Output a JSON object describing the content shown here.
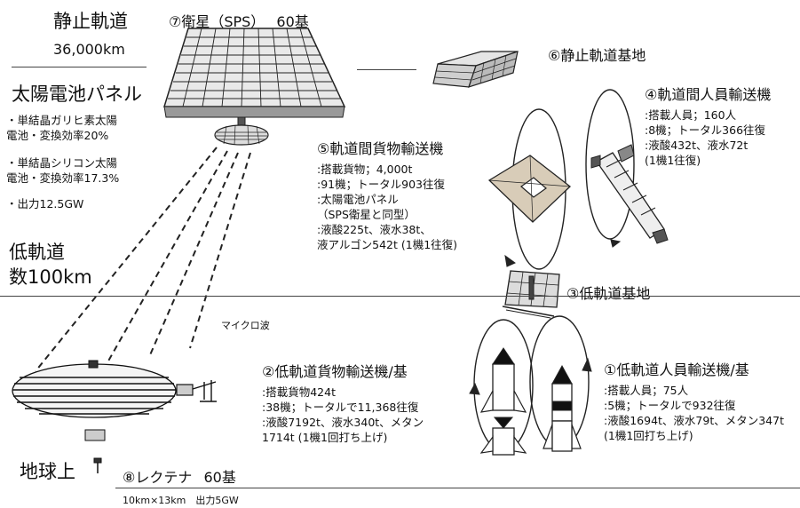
{
  "orbits": {
    "geo": {
      "name": "静止軌道",
      "altitude": "36,000km"
    },
    "leo": {
      "name": "低軌道",
      "altitude": "数100km"
    },
    "ground": {
      "name": "地球上"
    }
  },
  "solar_panel": {
    "heading": "太陽電池パネル",
    "items": [
      "・単結晶ガリヒ素太陽",
      "電池・変換効率20%",
      "・単結晶シリコン太陽",
      "電池・変換効率17.3%",
      "・出力12.5GW"
    ]
  },
  "items": {
    "sps": {
      "title": "⑦衛星（SPS）",
      "count": "60基"
    },
    "geo_base": {
      "title": "⑥静止軌道基地"
    },
    "crew_ot": {
      "title": "④軌道間人員輸送機",
      "lines": [
        ":搭載人員；160人",
        ":8機；トータル366往復",
        ":液酸432t、液水72t",
        " (1機1往復)"
      ]
    },
    "cargo_ot": {
      "title": "⑤軌道間貨物輸送機",
      "lines": [
        ":搭載貨物；4,000t",
        ":91機；トータル903往復",
        ":太陽電池パネル",
        "（SPS衛星と同型）",
        ":液酸225t、液水38t、",
        "液アルゴン542t  (1機1往復)"
      ]
    },
    "leo_base": {
      "title": "③低軌道基地"
    },
    "microwave": {
      "label": "マイクロ波"
    },
    "leo_cargo": {
      "title": "②低軌道貨物輸送機/基",
      "lines": [
        ":搭載貨物424t",
        ":38機；トータルで11,368往復",
        ":液酸7192t、液水340t、メタン",
        "1714t  (1機1回打ち上げ)"
      ]
    },
    "leo_crew": {
      "title": "①低軌道人員輸送機/基",
      "lines": [
        ":搭載人員；75人",
        ":5機；トータルで932往復",
        ":液酸1694t、液水79t、メタン347t",
        " (1機1回打ち上げ)"
      ]
    },
    "rectenna": {
      "title": "⑧レクテナ",
      "count": "60基",
      "spec": "10km×13km　出力5GW"
    }
  }
}
